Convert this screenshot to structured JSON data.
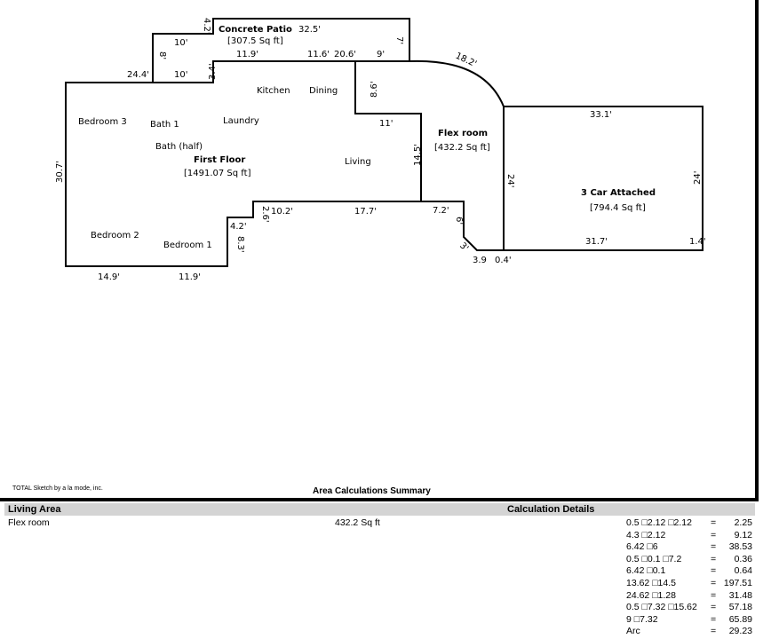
{
  "sketch": {
    "patio": {
      "name": "Concrete Patio",
      "area": "[307.5 Sq ft]",
      "dims": [
        "10'",
        "10'",
        "8'",
        "24.4'",
        "3.4'",
        "32.5'",
        "7'",
        "11.9'",
        "11.6'",
        "20.6'",
        "9'",
        "4.2'"
      ]
    },
    "first_floor": {
      "name": "First Floor",
      "area": "[1491.07 Sq ft]",
      "rooms": [
        "Kitchen",
        "Dining",
        "Bedroom 3",
        "Bath 1",
        "Laundry",
        "Bath (half)",
        "Living",
        "Bedroom 2",
        "Bedroom 1"
      ],
      "dims": [
        "8.6'",
        "11'",
        "14.5'",
        "30.7'",
        "2.6'",
        "10.2'",
        "17.7'",
        "4.2'",
        "8.3'",
        "14.9'",
        "11.9'"
      ]
    },
    "flex": {
      "name": "Flex room",
      "area": "[432.2 Sq ft]",
      "dims": [
        "18.2'",
        "24'",
        "7.2'",
        "6'",
        "3'",
        "3.9",
        "0.4'"
      ]
    },
    "garage": {
      "name": "3 Car Attached",
      "area": "[794.4 Sq ft]",
      "dims": [
        "33.1'",
        "24'",
        "31.7'",
        "1.4'"
      ]
    }
  },
  "footer": {
    "credit": "TOTAL Sketch by a la mode, inc.",
    "title": "Area Calculations Summary"
  },
  "summary": {
    "col_living": "Living Area",
    "col_calc": "Calculation Details",
    "rows": [
      {
        "name": "Flex room",
        "area": "432.2 Sq ft"
      }
    ],
    "calcs": [
      {
        "expr": "0.5 □2.12 □2.12",
        "eq": "=",
        "val": "2.25"
      },
      {
        "expr": "4.3 □2.12",
        "eq": "=",
        "val": "9.12"
      },
      {
        "expr": "6.42 □6",
        "eq": "=",
        "val": "38.53"
      },
      {
        "expr": "0.5 □0.1 □7.2",
        "eq": "=",
        "val": "0.36"
      },
      {
        "expr": "6.42 □0.1",
        "eq": "=",
        "val": "0.64"
      },
      {
        "expr": "13.62 □14.5",
        "eq": "=",
        "val": "197.51"
      },
      {
        "expr": "24.62 □1.28",
        "eq": "=",
        "val": "31.48"
      },
      {
        "expr": "0.5 □7.32 □15.62",
        "eq": "=",
        "val": "57.18"
      },
      {
        "expr": "9 □7.32",
        "eq": "=",
        "val": "65.89"
      },
      {
        "expr": "Arc",
        "eq": "=",
        "val": "29.23"
      }
    ]
  }
}
